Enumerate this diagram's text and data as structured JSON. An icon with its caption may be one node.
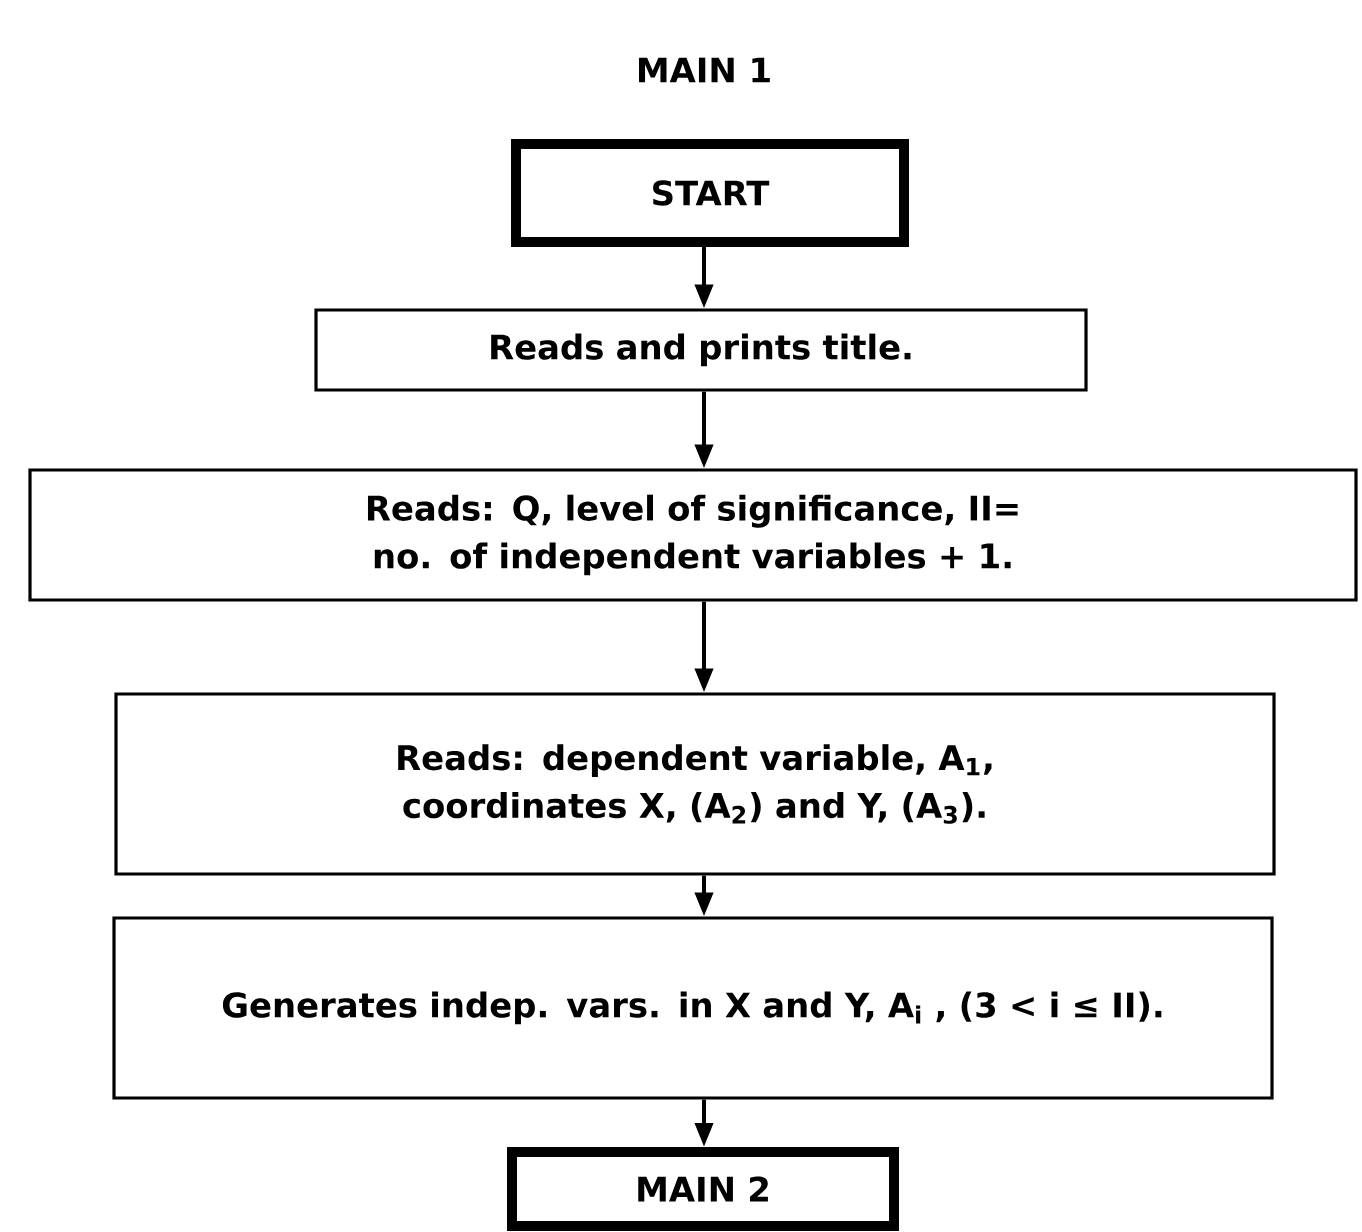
{
  "diagram": {
    "title": "MAIN 1",
    "nodes": [
      {
        "text": [
          "START"
        ]
      },
      {
        "text": [
          "Reads and prints title."
        ]
      },
      {
        "text": [
          "Reads: Q, level of significance, II= no. of independent variables + 1."
        ]
      },
      {
        "text": [
          "Reads: dependent variable, A$_{1}$, coordinates X, (A$_{2}$) and Y, (A$_{3}$)."
        ]
      },
      {
        "text": [
          "Generates indep. vars. in X and Y, A$_{i}$ , (3 < i ≤ II)."
        ]
      },
      {
        "text": [
          "MAIN 2"
        ]
      }
    ],
    "edges": [
      {
        "from": 0,
        "to": 1,
        "arrow": "to"
      },
      {
        "from": 1,
        "to": 2,
        "arrow": "to"
      },
      {
        "from": 2,
        "to": 3,
        "arrow": "to"
      },
      {
        "from": 3,
        "to": 4,
        "arrow": "to"
      },
      {
        "from": 4,
        "to": 5,
        "arrow": "to"
      }
    ]
  }
}
